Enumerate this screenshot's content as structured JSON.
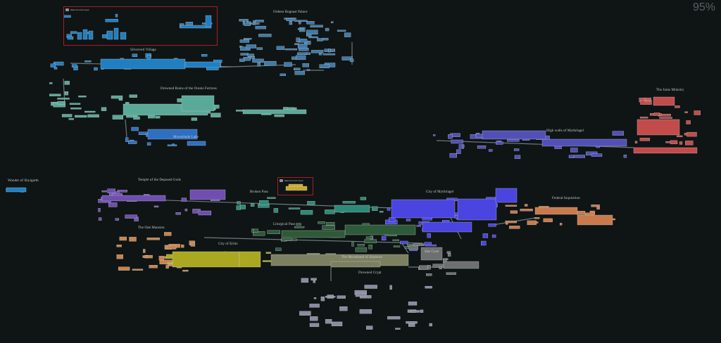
{
  "zoom_label": "95%",
  "legend_tag": "Map Second Layer",
  "regions": [
    {
      "id": "ordeen",
      "name": "Ordeen Bognast Palace",
      "color": "#3f7aa8"
    },
    {
      "id": "silverveil",
      "name": "Silverveil Village",
      "color": "#1f7fc2"
    },
    {
      "id": "drowned-ruins",
      "name": "Drowned Ruins of the Oranis Fortress",
      "color": "#5aa898"
    },
    {
      "id": "moonshade",
      "name": "Moonshade Lake",
      "color": "#2e6fc2"
    },
    {
      "id": "jarn",
      "name": "The Jarns Ministry",
      "color": "#c44b4b"
    },
    {
      "id": "walls",
      "name": "High walls of Mythrlagel",
      "color": "#5250b8"
    },
    {
      "id": "wander",
      "name": "Wonder of Shyigarth",
      "color": "#1f7fc2"
    },
    {
      "id": "temple",
      "name": "Temple of the Deposed Gods",
      "color": "#6e4fb0"
    },
    {
      "id": "broken-pass",
      "name": "Broken Pass",
      "color": "#2e8a78"
    },
    {
      "id": "city-myth",
      "name": "City of Mythrlagel",
      "color": "#4a44e0"
    },
    {
      "id": "inquisition",
      "name": "Federal Inquisition",
      "color": "#c87a4c"
    },
    {
      "id": "liturgical",
      "name": "Liturgical Pass",
      "color": "#2f5a3a"
    },
    {
      "id": "oak",
      "name": "The Oak Mansion",
      "color": "#c8844c"
    },
    {
      "id": "city-erlits",
      "name": "City of Erlits",
      "color": "#aaa820"
    },
    {
      "id": "site",
      "name": "Site Cove",
      "color": "#6e7070"
    },
    {
      "id": "morathand",
      "name": "The Morathand of Shadows",
      "color": "#7c8060"
    },
    {
      "id": "crypt",
      "name": "Drowned Crypt",
      "color": "#8a8aa0"
    }
  ]
}
